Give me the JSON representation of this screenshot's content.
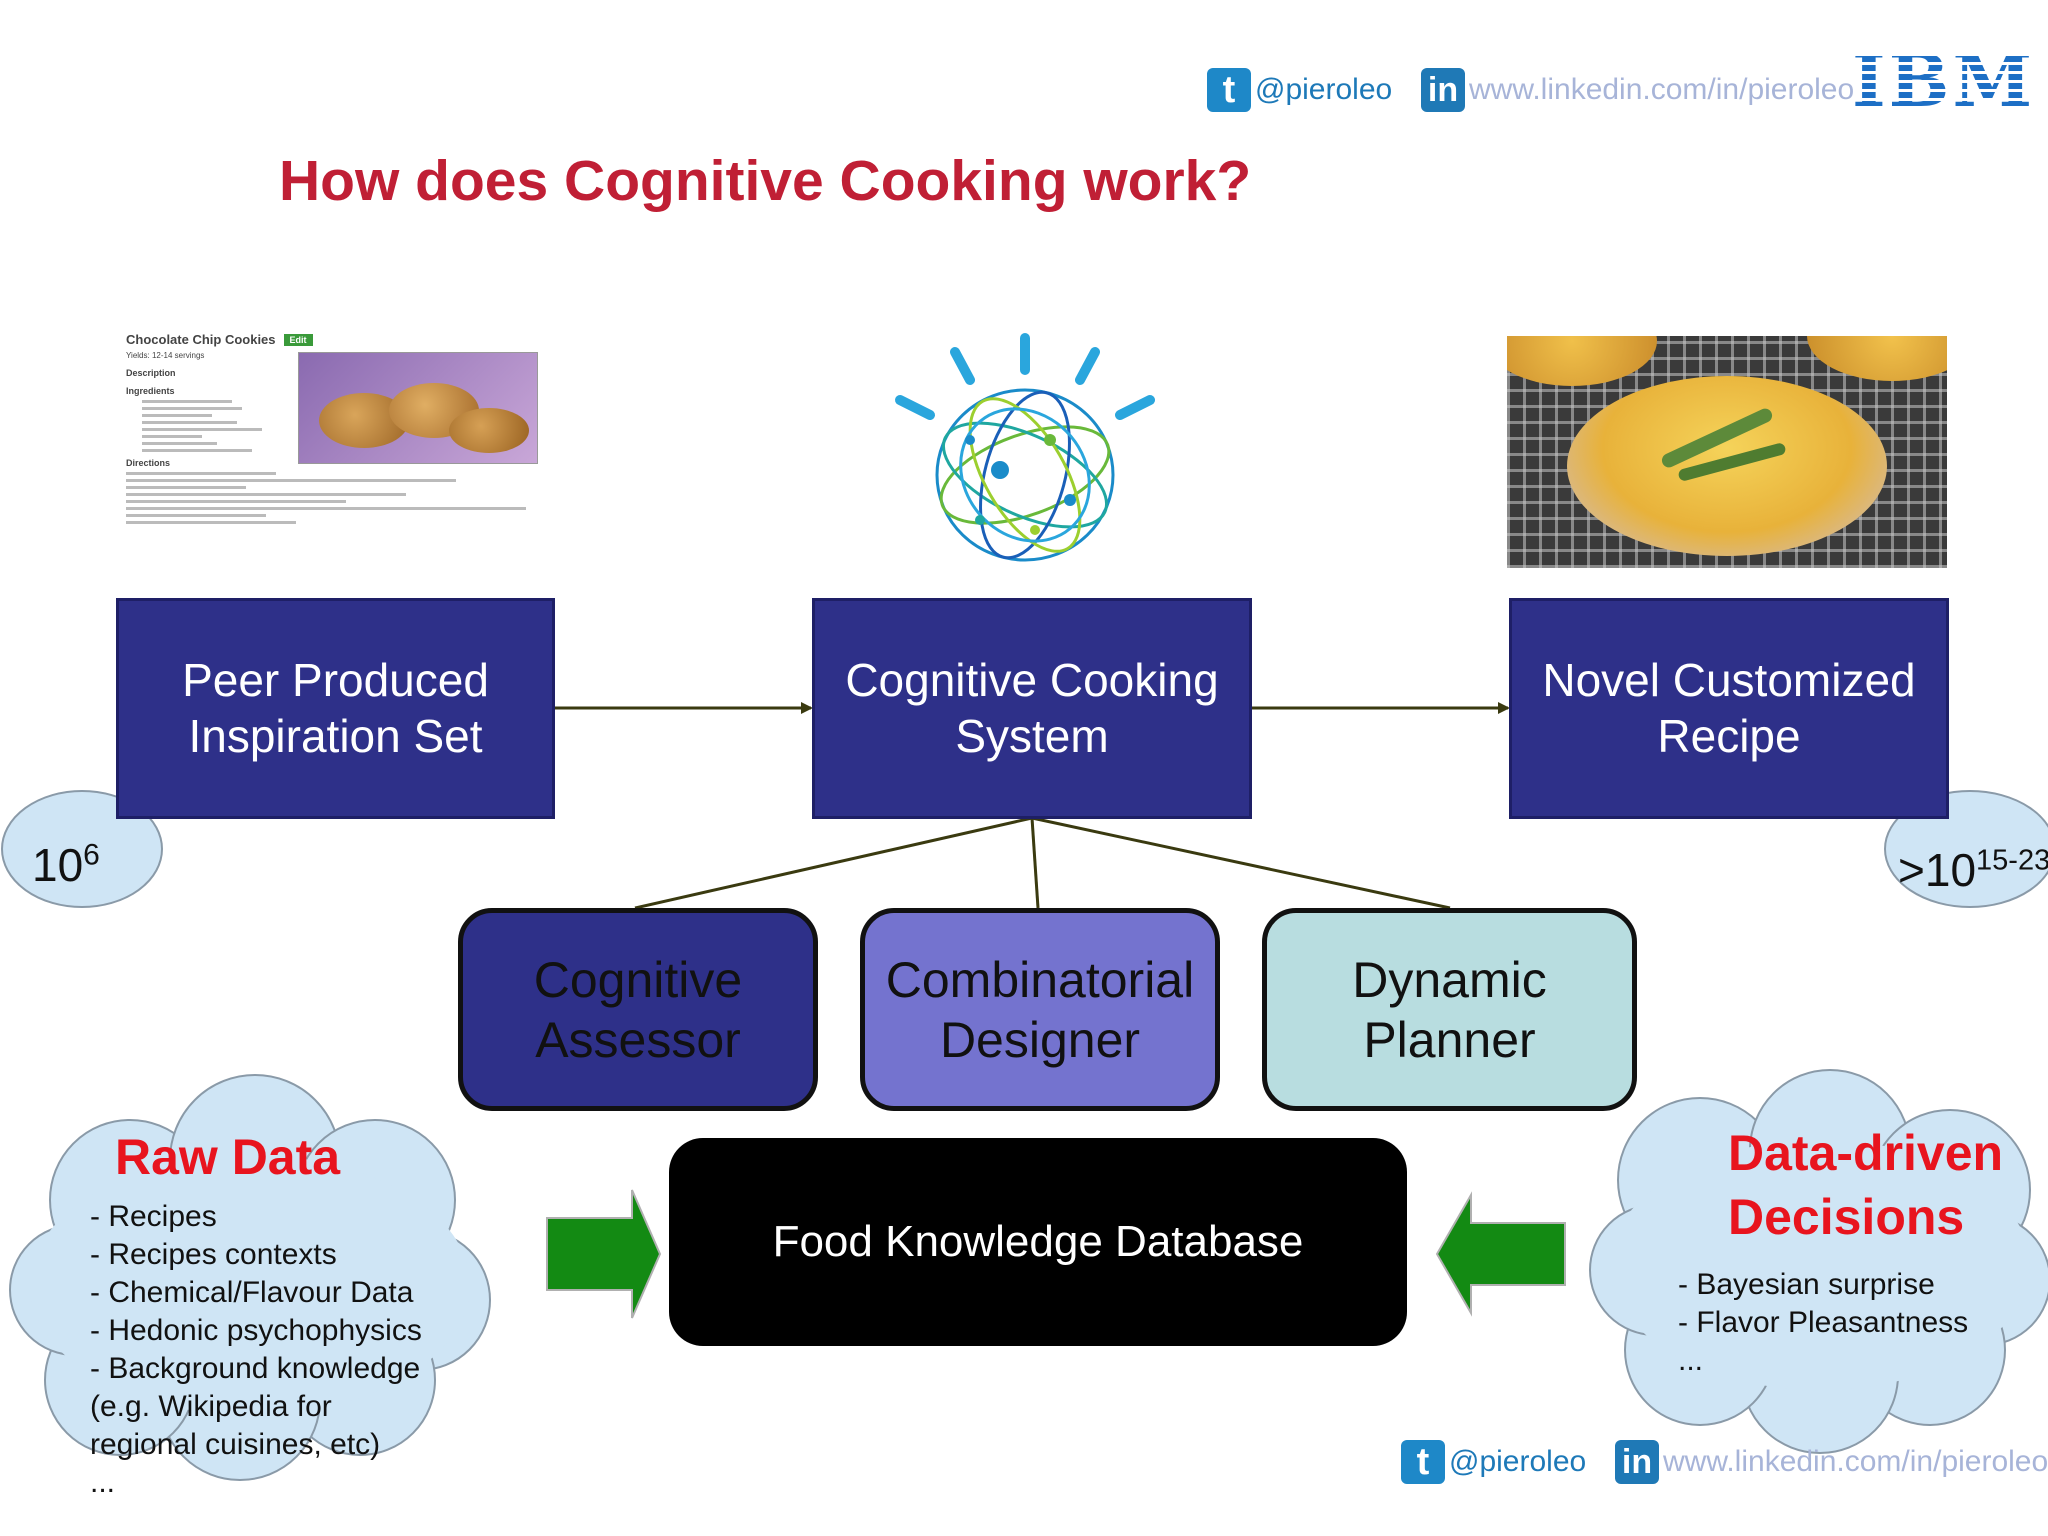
{
  "header": {
    "title": "How does Cognitive Cooking work?",
    "twitter_handle": "@pieroleo",
    "linkedin_url": "www.linkedin.com/in/pieroleo",
    "brand": "IBM"
  },
  "top_row": {
    "left_box": "Peer Produced Inspiration Set",
    "center_box": "Cognitive Cooking System",
    "right_box": "Novel Customized Recipe"
  },
  "counts": {
    "left_base": "10",
    "left_exp": "6",
    "right_base": ">10",
    "right_exp": "15-23"
  },
  "recipe_card": {
    "title": "Chocolate Chip Cookies",
    "edit_label": "Edit",
    "yields": "Yields: 12-14 servings",
    "description_label": "Description",
    "ingredients_label": "Ingredients",
    "directions_label": "Directions"
  },
  "components": [
    {
      "label": "Cognitive Assessor",
      "color": "#2e3089",
      "text_color": "#111111"
    },
    {
      "label": "Combinatorial Designer",
      "color": "#7473cf",
      "text_color": "#111111"
    },
    {
      "label": "Dynamic Planner",
      "color": "#b8dde0",
      "text_color": "#111111"
    }
  ],
  "database": {
    "label": "Food Knowledge Database"
  },
  "raw_data": {
    "title": "Raw Data",
    "items": [
      "- Recipes",
      "- Recipes contexts",
      "- Chemical/Flavour Data",
      "- Hedonic psychophysics",
      "- Background knowledge",
      "(e.g. Wikipedia for",
      "regional cuisines, etc)",
      "..."
    ]
  },
  "decisions": {
    "title_line1": "Data-driven",
    "title_line2": "Decisions",
    "items": [
      "- Bayesian surprise",
      "- Flavor Pleasantness",
      "..."
    ]
  },
  "footer": {
    "twitter_handle": "@pieroleo",
    "linkedin_url": "www.linkedin.com/in/pieroleo"
  },
  "colors": {
    "title_red": "#c01f35",
    "box_blue": "#2e3089",
    "arrow_green": "#138a13",
    "connector": "#3a3a10",
    "cloud_fill": "#cfe5f5",
    "cloud_stroke": "#8a9aa8"
  }
}
